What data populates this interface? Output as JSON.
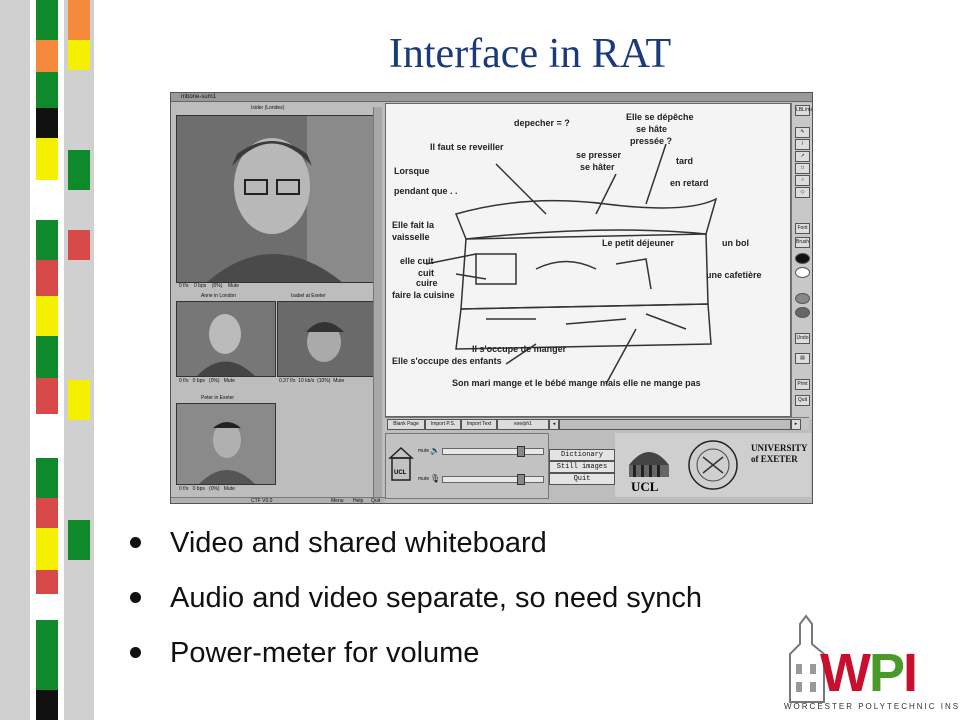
{
  "slide": {
    "title": "Interface in RAT",
    "bullets": [
      "Video and shared whiteboard",
      "Audio and video separate, so need synch",
      "Power-meter for volume"
    ]
  },
  "screenshot": {
    "window_title": "mbone-sum1",
    "video_main": {
      "label": "Isider (Londes)",
      "stats": [
        "0 f/s",
        "0 bps",
        "(0%)",
        "Mute"
      ]
    },
    "video_small": [
      {
        "label": "Anne in London",
        "stats": [
          "0 f/s",
          "0 bps",
          "(0%)",
          "Mute"
        ]
      },
      {
        "label": "Isabel at Exeter",
        "stats": [
          "0.37 f/s",
          "10 kb/s",
          "(10%)",
          "Mute"
        ]
      },
      {
        "label": "Peter in Exeter",
        "stats": [
          "0 f/s",
          "0 bps",
          "(0%)",
          "Mute"
        ]
      }
    ],
    "bottom_status": "CTF V0.0",
    "bottom_menu": [
      "Menu",
      "Help",
      "Quit"
    ],
    "whiteboard_annotations": [
      "depecher = ?",
      "Elle se dépêche",
      "se hâte",
      "pressée ?",
      "Il faut se reveiller",
      "se presser",
      "se hâter",
      "Lorsque",
      "pendant que . .",
      "tard",
      "en retard",
      "Elle fait la",
      "vaisselle",
      "elle cuit",
      "cuit",
      "cuire",
      "faire la cuisine",
      "Le petit déjeuner",
      "un bol",
      "une cafetière",
      "Il s'occupe de manger",
      "Elle s'occupe des enfants",
      "Son mari mange et le bébé mange mais elle ne mange pas"
    ],
    "whiteboard_buttons": [
      "Blank Page",
      "Import P.S.",
      "Import Text",
      "exe/ph1"
    ],
    "tool_labels": [
      "LBL/ms",
      "Font",
      "Brush",
      "Undo",
      "Print",
      "Quit"
    ],
    "audio_labels": [
      "mute",
      "mute"
    ],
    "audio_levels": [
      0.8,
      0.8
    ],
    "app_buttons": [
      "Dictionary",
      "Still images",
      "Quit"
    ],
    "logos": [
      "UCL",
      "UNIVERSITY of EXETER"
    ]
  },
  "wpi_logo": {
    "letters": "WPI",
    "subtitle": "WORCESTER POLYTECHNIC INSTITUTE"
  },
  "colors": {
    "title": "#1a3a7a",
    "strip_green": "#0f8a2a",
    "strip_yellow": "#f5f000",
    "strip_red": "#d84a4a",
    "strip_gray": "#cfcfcf",
    "strip_orange": "#f58a3a",
    "wpi_red": "#c8102e",
    "wpi_green": "#4a9a2a"
  }
}
